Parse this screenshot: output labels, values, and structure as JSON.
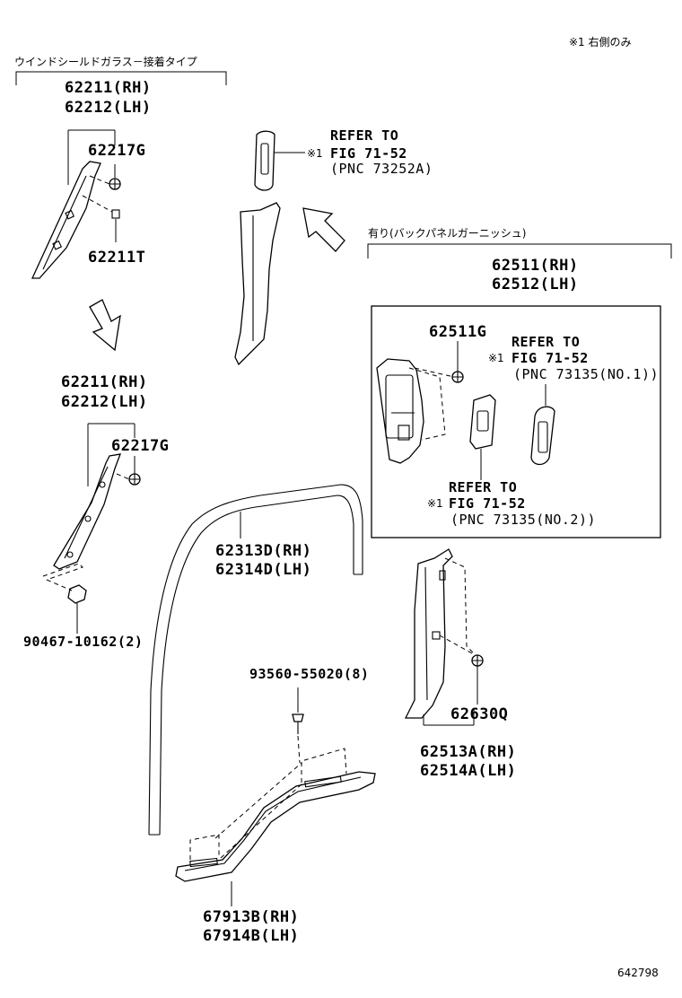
{
  "header": {
    "note": "※1 右側のみ",
    "left_group_caption": "ウインドシールドガラス－接着タイプ",
    "right_group_caption": "有り(バックパネルガーニッシュ)"
  },
  "labels": {
    "a_pillar_top_rh": "62211(RH)",
    "a_pillar_top_lh": "62212(LH)",
    "clip_top": "62217G",
    "clip_tape": "62211T",
    "a_pillar_mid_rh": "62211(RH)",
    "a_pillar_mid_lh": "62212(LH)",
    "clip_mid": "62217G",
    "bolt_left": "90467-10162(2)",
    "refer_top_1": "REFER TO",
    "refer_top_2": "FIG 71-52",
    "refer_top_3": "(PNC 73252A)",
    "refer_top_mark": "※1",
    "quarter_rh": "62511(RH)",
    "quarter_lh": "62512(LH)",
    "clip_box": "62511G",
    "refer_box_a_1": "REFER TO",
    "refer_box_a_2": "FIG 71-52",
    "refer_box_a_3": "(PNC 73135(NO.1))",
    "refer_box_a_mark": "※1",
    "refer_box_b_1": "REFER TO",
    "refer_box_b_2": "FIG 71-52",
    "refer_box_b_3": "(PNC 73135(NO.2))",
    "refer_box_b_mark": "※1",
    "weatherstrip_rh": "62313D(RH)",
    "weatherstrip_lh": "62314D(LH)",
    "screw": "93560-55020(8)",
    "clip_pillar": "62630Q",
    "pillar_rh": "62513A(RH)",
    "pillar_lh": "62514A(LH)",
    "scuff_rh": "67913B(RH)",
    "scuff_lh": "67914B(LH)"
  },
  "footer": {
    "code": "642798"
  }
}
